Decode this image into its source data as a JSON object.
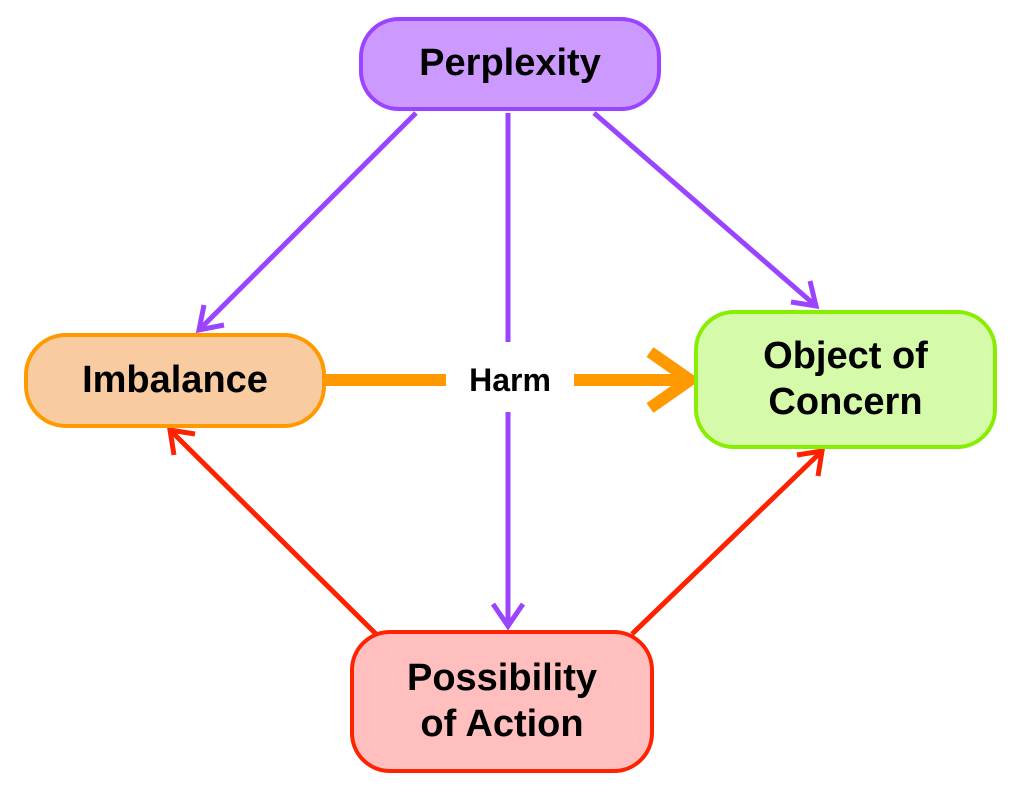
{
  "diagram": {
    "type": "concept-map",
    "colors": {
      "purple_stroke": "#9b44ff",
      "purple_fill": "#cc99ff",
      "orange_stroke": "#ff9900",
      "orange_fill": "#f9cba1",
      "green_stroke": "#88ee00",
      "green_fill": "#d5fbaa",
      "red_stroke": "#ff2200",
      "red_fill": "#ffbfbf"
    },
    "nodes": [
      {
        "id": "perplexity",
        "label": "Perplexity",
        "color": "purple"
      },
      {
        "id": "imbalance",
        "label": "Imbalance",
        "color": "orange"
      },
      {
        "id": "object",
        "label": "Object of\nConcern",
        "color": "green"
      },
      {
        "id": "possibility",
        "label": "Possibility\nof Action",
        "color": "red"
      }
    ],
    "edges": [
      {
        "from": "perplexity",
        "to": "imbalance",
        "color": "purple",
        "label": ""
      },
      {
        "from": "perplexity",
        "to": "object",
        "color": "purple",
        "label": ""
      },
      {
        "from": "perplexity",
        "to": "possibility",
        "color": "purple",
        "label": ""
      },
      {
        "from": "imbalance",
        "to": "object",
        "color": "orange",
        "label": "Harm"
      },
      {
        "from": "possibility",
        "to": "imbalance",
        "color": "red",
        "label": ""
      },
      {
        "from": "possibility",
        "to": "object",
        "color": "red",
        "label": ""
      }
    ],
    "harm_label": "Harm"
  }
}
